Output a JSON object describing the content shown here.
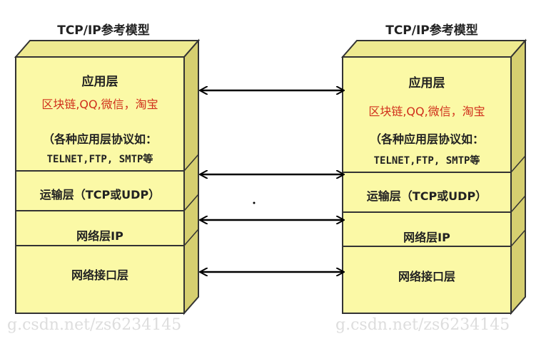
{
  "models": [
    {
      "title": "TCP/IP参考模型",
      "layers": [
        {
          "name": "应用层",
          "examples": "区块链,QQ,微信，淘宝",
          "protocols_line1": "（各种应用层协议如：",
          "protocols_line2": "TELNET,FTP, SMTP等"
        },
        {
          "name": "运输层（TCP或UDP）"
        },
        {
          "name": "网络层IP"
        },
        {
          "name": "网络接口层"
        }
      ]
    },
    {
      "title": "TCP/IP参考模型",
      "layers": [
        {
          "name": "应用层",
          "examples": "区块链,QQ,微信，淘宝",
          "protocols_line1": "（各种应用层协议如：",
          "protocols_line2": "TELNET,FTP, SMTP等"
        },
        {
          "name": "运输层（TCP或UDP）"
        },
        {
          "name": "网络层IP"
        },
        {
          "name": "网络接口层"
        }
      ]
    }
  ],
  "watermarks": [
    "g.csdn.net/zs6234145",
    "g.csdn.net/zs6234145"
  ],
  "colors": {
    "face": "#fbf9a6",
    "side": "#d6cf70",
    "top": "#eeea90",
    "red": "#d0301c"
  }
}
